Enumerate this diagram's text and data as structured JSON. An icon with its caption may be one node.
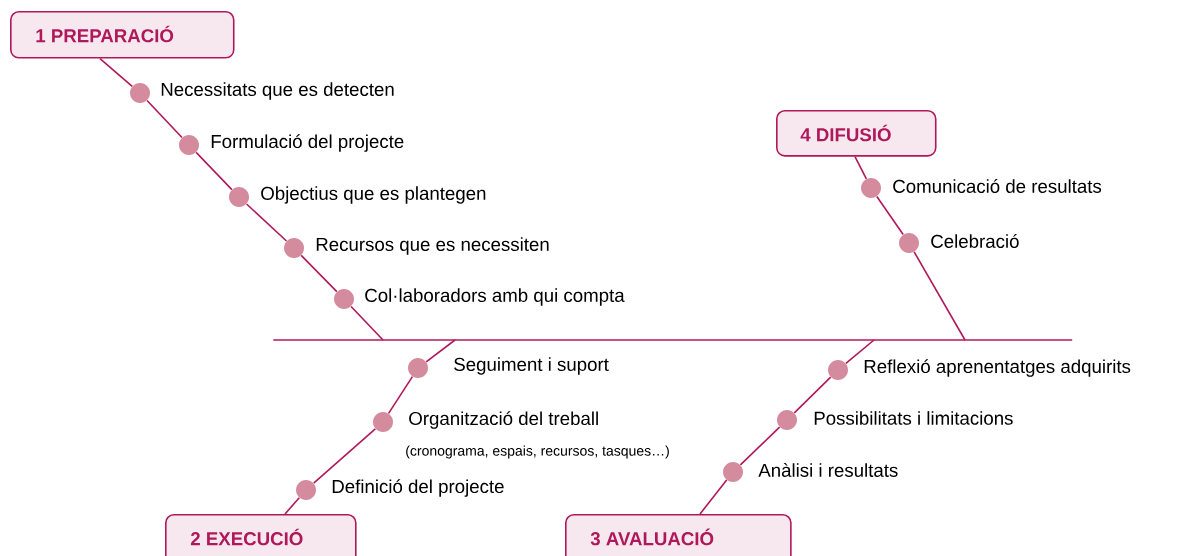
{
  "diagram": {
    "nodes": [
      {
        "text": [
          "1 PREPARACIÓ"
        ]
      },
      {
        "text": [],
        "shape": "circle",
        "beside": [
          "Necessitats que es detecten"
        ]
      },
      {
        "text": [],
        "shape": "circle",
        "beside": [
          "Formulació del projecte"
        ]
      },
      {
        "text": [],
        "shape": "circle",
        "beside": [
          "Objectius que es plantegen"
        ]
      },
      {
        "text": [],
        "shape": "circle",
        "beside": [
          "Recursos que es necessiten"
        ]
      },
      {
        "text": [],
        "shape": "circle",
        "beside": [
          "Col·laboradors amb qui compta"
        ]
      },
      {
        "text": [
          "4 DIFUSIÓ"
        ]
      },
      {
        "text": [],
        "shape": "circle",
        "beside": [
          "Comunicació de resultats"
        ]
      },
      {
        "text": [],
        "shape": "circle",
        "beside": [
          "Celebració"
        ]
      },
      {
        "text": [],
        "shape": "bar"
      },
      {
        "text": [],
        "shape": "circle",
        "beside": [
          "Seguiment i suport"
        ]
      },
      {
        "text": [],
        "shape": "circle",
        "beside": [
          "Reflexió aprenentatges adquirits"
        ]
      },
      {
        "text": [],
        "shape": "circle",
        "beside": [
          "Organització del treball",
          "(cronograma, espais, recursos, tasques…)"
        ]
      },
      {
        "text": [],
        "shape": "circle",
        "beside": [
          "Possibilitats i limitacions"
        ]
      },
      {
        "text": [],
        "shape": "circle",
        "beside": [
          "Anàlisi i resultats"
        ]
      },
      {
        "text": [],
        "shape": "circle",
        "beside": [
          "Definició del projecte"
        ]
      },
      {
        "text": [
          "2 EXECUCIÓ"
        ]
      },
      {
        "text": [
          "3 AVALUACIÓ"
        ]
      }
    ],
    "edges": [
      {
        "from": 0,
        "to": 1,
        "arrow": "none"
      },
      {
        "from": 1,
        "to": 2,
        "arrow": "none"
      },
      {
        "from": 2,
        "to": 3,
        "arrow": "none"
      },
      {
        "from": 3,
        "to": 4,
        "arrow": "none"
      },
      {
        "from": 4,
        "to": 5,
        "arrow": "none"
      },
      {
        "from": 5,
        "to": 9,
        "arrow": "none"
      },
      {
        "from": 6,
        "to": 7,
        "arrow": "none"
      },
      {
        "from": 7,
        "to": 8,
        "arrow": "none"
      },
      {
        "from": 8,
        "to": 9,
        "arrow": "none"
      },
      {
        "from": 16,
        "to": 15,
        "arrow": "none"
      },
      {
        "from": 15,
        "to": 12,
        "arrow": "none"
      },
      {
        "from": 12,
        "to": 10,
        "arrow": "none"
      },
      {
        "from": 10,
        "to": 9,
        "arrow": "none"
      },
      {
        "from": 17,
        "to": 14,
        "arrow": "none"
      },
      {
        "from": 14,
        "to": 13,
        "arrow": "none"
      },
      {
        "from": 13,
        "to": 11,
        "arrow": "none"
      },
      {
        "from": 11,
        "to": 9,
        "arrow": "none"
      }
    ]
  }
}
